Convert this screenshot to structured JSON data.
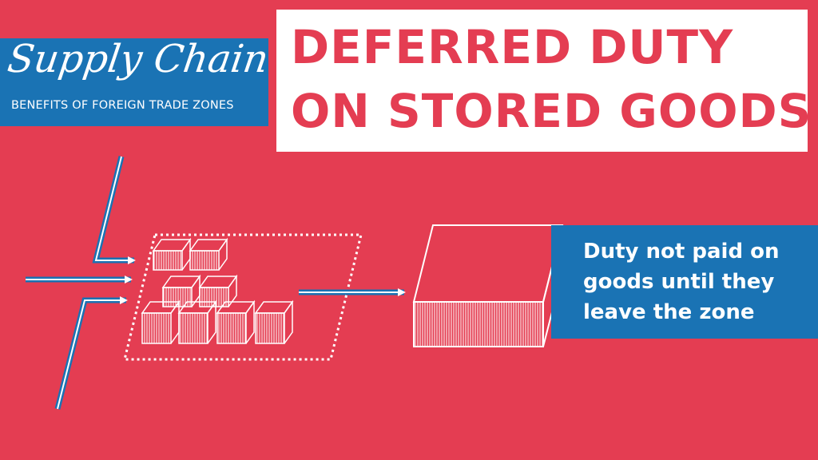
{
  "brand": {
    "title": "Supply Chain",
    "subtitle": "BENEFITS OF FOREIGN TRADE ZONES"
  },
  "headline": {
    "line1": "DEFERRED DUTY",
    "line2": "ON STORED GOODS"
  },
  "callout": {
    "text": "Duty not paid on goods until they leave the zone"
  },
  "colors": {
    "background": "#e43d52",
    "accent_blue": "#1a73b4",
    "white": "#ffffff"
  }
}
